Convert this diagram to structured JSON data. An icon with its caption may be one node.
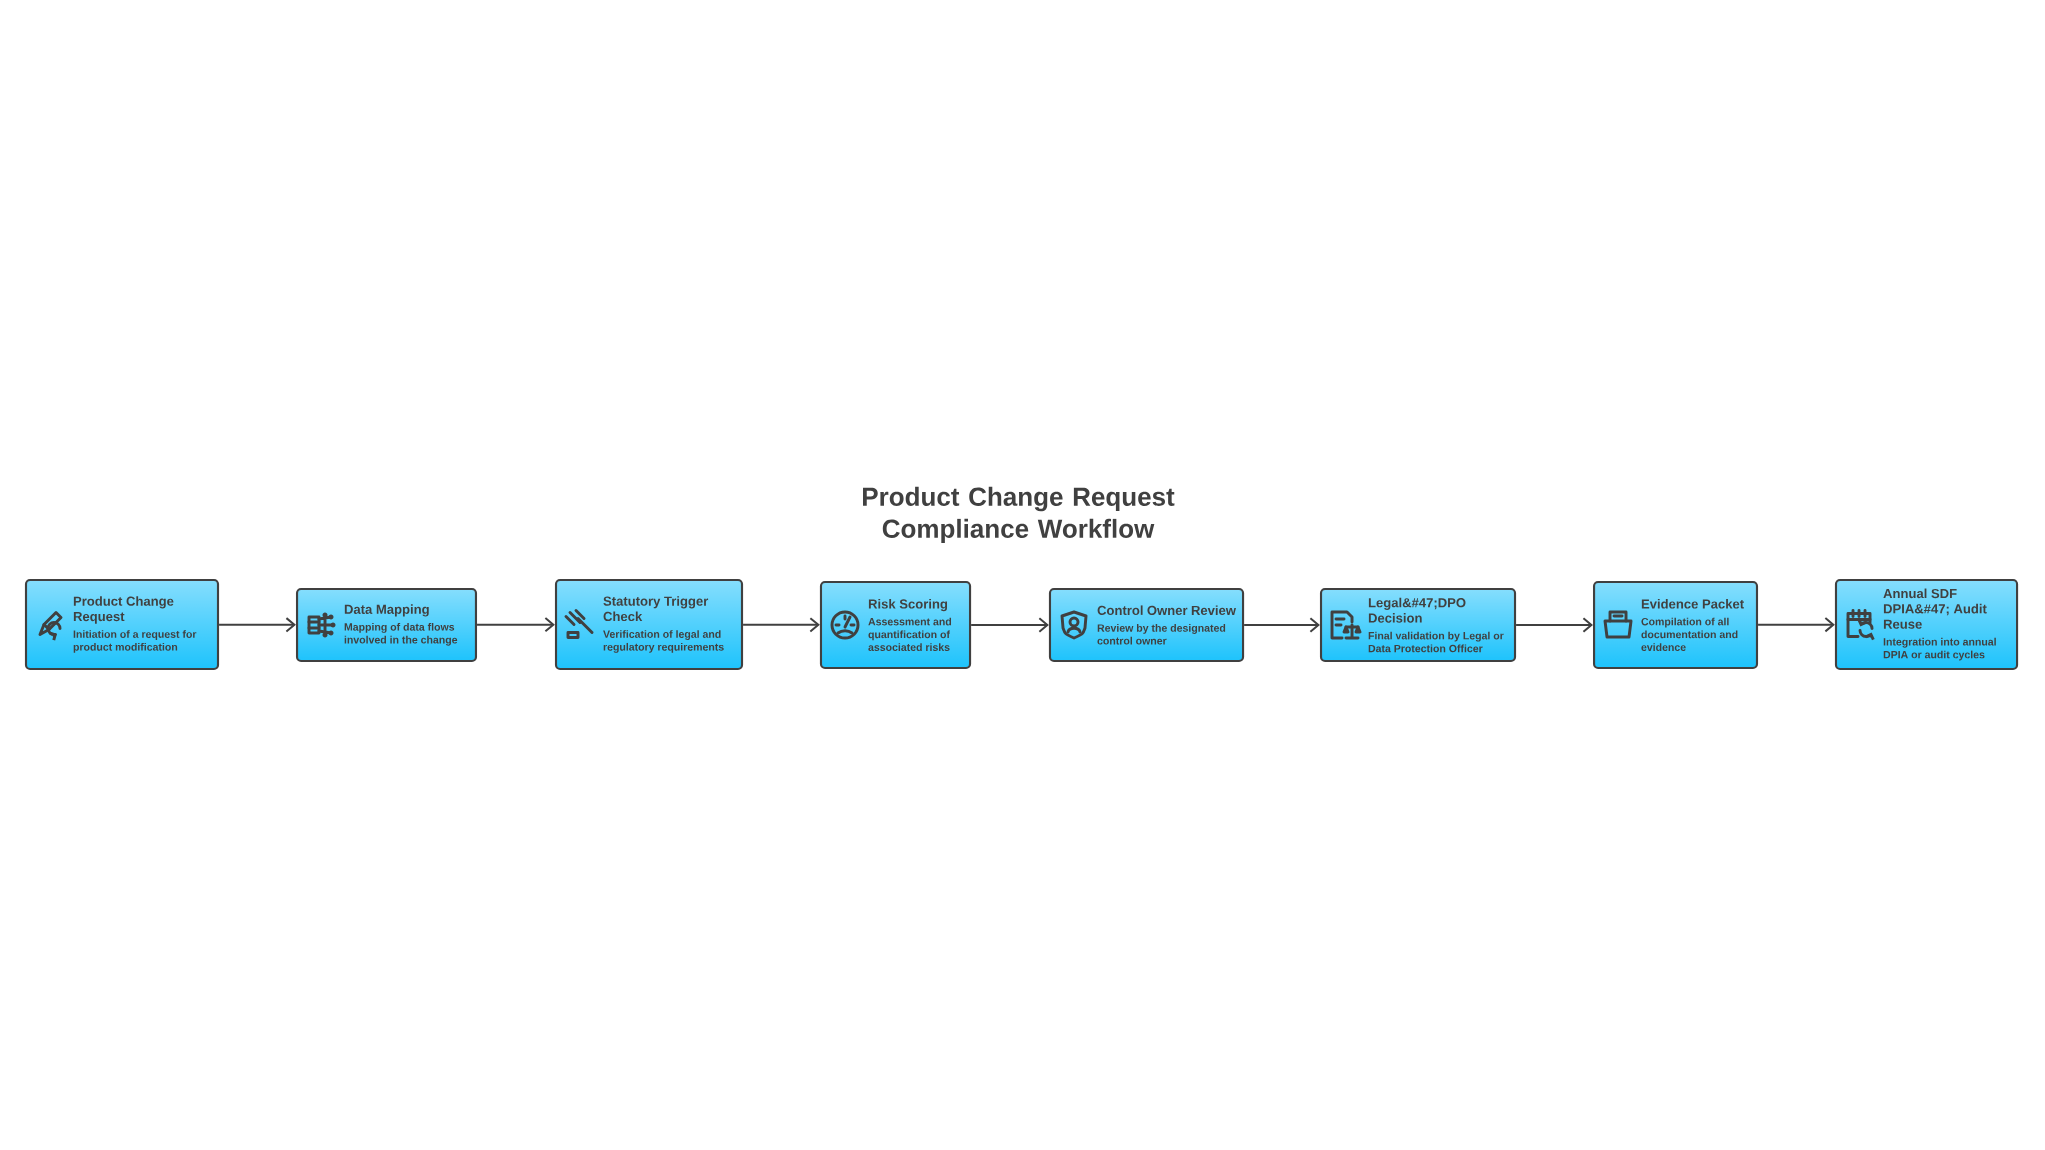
{
  "diagram": {
    "title": "Product Change Request Compliance Workflow",
    "nodes": [
      {
        "text": [
          "Product Change Request",
          "Initiation of a request for product modification"
        ]
      },
      {
        "text": [
          "Data Mapping",
          "Mapping of data flows involved in the change"
        ]
      },
      {
        "text": [
          "Statutory Trigger Check",
          "Verification of legal and regulatory requirements"
        ]
      },
      {
        "text": [
          "Risk Scoring",
          "Assessment and quantification of associated risks"
        ]
      },
      {
        "text": [
          "Control Owner Review",
          "Review by the designated control owner"
        ]
      },
      {
        "text": [
          "Legal&#47;DPO Decision",
          "Final validation by Legal or Data Protection Officer"
        ]
      },
      {
        "text": [
          "Evidence Packet",
          "Compilation of all documentation and evidence"
        ]
      },
      {
        "text": [
          "Annual SDF DPIA&#47; Audit Reuse",
          "Integration into annual DPIA or audit cycles"
        ]
      }
    ],
    "edges": [
      {
        "from": 0,
        "to": 1,
        "arrow": "to"
      },
      {
        "from": 1,
        "to": 2,
        "arrow": "to"
      },
      {
        "from": 2,
        "to": 3,
        "arrow": "to"
      },
      {
        "from": 3,
        "to": 4,
        "arrow": "to"
      },
      {
        "from": 4,
        "to": 5,
        "arrow": "to"
      },
      {
        "from": 5,
        "to": 6,
        "arrow": "to"
      },
      {
        "from": 6,
        "to": 7,
        "arrow": "to"
      }
    ]
  }
}
